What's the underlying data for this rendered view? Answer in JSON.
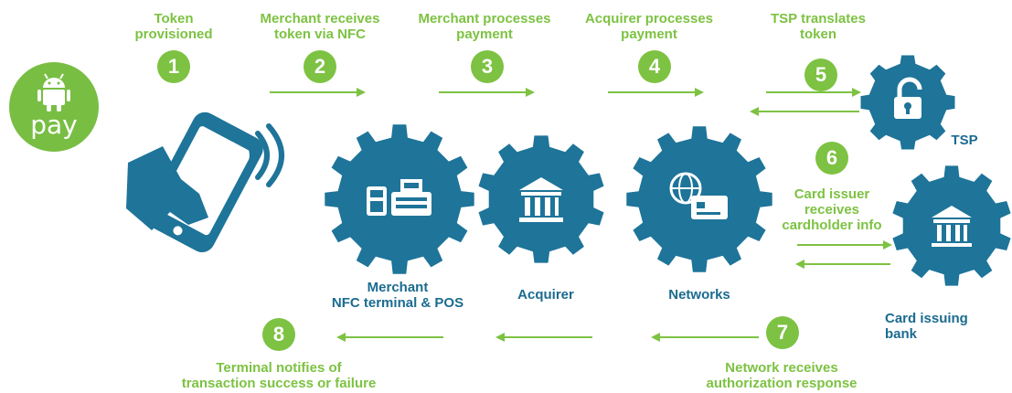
{
  "colors": {
    "accent_green": "#7dc242",
    "gear_blue": "#1e7499",
    "label_blue": "#1b6b8f"
  },
  "brand": {
    "pay_text": "pay",
    "icon": "android-robot-icon"
  },
  "steps": [
    {
      "num": "1",
      "lines": [
        "Token",
        "provisioned"
      ]
    },
    {
      "num": "2",
      "lines": [
        "Merchant receives",
        "token via NFC"
      ]
    },
    {
      "num": "3",
      "lines": [
        "Merchant processes",
        "payment"
      ]
    },
    {
      "num": "4",
      "lines": [
        "Acquirer processes",
        "payment"
      ]
    },
    {
      "num": "5",
      "lines": [
        "TSP translates",
        "token"
      ]
    },
    {
      "num": "6",
      "lines": [
        "Card issuer",
        "receives",
        "cardholder info"
      ]
    },
    {
      "num": "7",
      "lines": [
        "Network receives",
        "authorization response"
      ]
    },
    {
      "num": "8",
      "lines": [
        "Terminal notifies of",
        "transaction success or failure"
      ]
    }
  ],
  "entities": [
    {
      "id": "merchant",
      "lines": [
        "Merchant",
        "NFC terminal & POS"
      ],
      "icon": "pos-terminal-icon"
    },
    {
      "id": "acquirer",
      "lines": [
        "Acquirer"
      ],
      "icon": "bank-building-icon"
    },
    {
      "id": "networks",
      "lines": [
        "Networks"
      ],
      "icon": "globe-card-icon"
    },
    {
      "id": "tsp",
      "lines": [
        "TSP"
      ],
      "icon": "padlock-icon"
    },
    {
      "id": "bank",
      "lines": [
        "Card issuing",
        "bank"
      ],
      "icon": "bank-building-icon"
    }
  ]
}
